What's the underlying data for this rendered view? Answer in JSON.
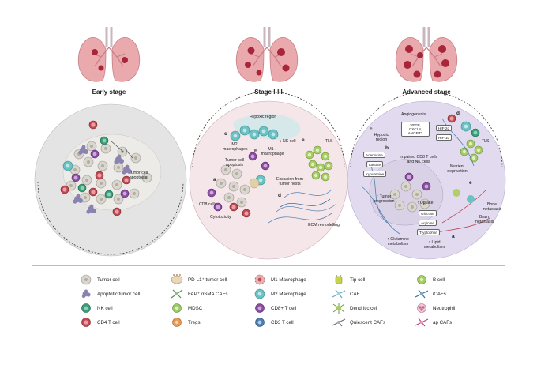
{
  "stages": {
    "early": {
      "title": "Early stage",
      "apoptosis": "Tumor cell apoptosis"
    },
    "middle": {
      "title": "Stage I-III",
      "hypoxic": "Hypoxic region",
      "m2": "M2 macrophages",
      "apoptosis": "Tumor cell apoptosis",
      "nk": "↓ NK cell",
      "tls": "TLS",
      "m1": "M1 ↓ macrophage",
      "exclusion": "Exclusion from tumor nests",
      "cd8": "↑ CD8 cells",
      "cytotoxicity": "↓ Cytotoxicity",
      "ecm": "ECM remodelling",
      "letters": {
        "a": "a",
        "b": "b",
        "c": "c",
        "d": "d",
        "e": "e"
      }
    },
    "advanced": {
      "title": "Advanced stage",
      "angiogenesis": "Angiogenesis",
      "hypoxic": "Hypoxic region",
      "vegf": "VEGF, CXCL8, ANGPT2",
      "hif2": "HIF-2α",
      "hif1": "HIF-1α",
      "tls": "TLS",
      "impaired": "Impaired CD8 T cells and NK cells",
      "nutrient": "Nutrient deprivation",
      "adenosine": "Adenosine",
      "lactate": "Lactate",
      "kynurenine": "Kynurenine",
      "tumor_prog": "↑ Tumor progression",
      "uptake": "↑ Uptake",
      "glucose": "Glucose",
      "arginine": "Arginine",
      "tryptophan": "Tryptophan",
      "bone": "Bone metastasis",
      "brain": "Brain metastasis",
      "glutamine": "↑ Glutamine metabolism",
      "lipid": "↑ Lipid metabolism",
      "letters": {
        "a": "a",
        "b": "b",
        "c": "c",
        "d": "d",
        "e": "e"
      }
    }
  },
  "legend": {
    "col1": [
      "Tumor cell",
      "Apoptotic tumor cell",
      "NK cell",
      "CD4 T cell"
    ],
    "col2": [
      "PD-L1⁺ tumor cell",
      "FAP⁺ αSMA CAFs",
      "MDSC",
      "Tregs"
    ],
    "col3": [
      "M1 Macrophage",
      "M2 Macrophage",
      "CD8+ T cell",
      "CD3 T cell"
    ],
    "col4": [
      "Tip cell",
      "CAF",
      "Dendritic cell",
      "Quiescent CAFs"
    ],
    "col5": [
      "B cell",
      "iCAFs",
      "Neutrophil",
      "ap CAFs"
    ]
  },
  "colors": {
    "lung": "#e8a1a4",
    "tumor": "#b82a3a",
    "early_bg": "#e3e3e3",
    "middle_bg": "#f2dfe3",
    "advanced_bg": "#ddd6ea"
  }
}
